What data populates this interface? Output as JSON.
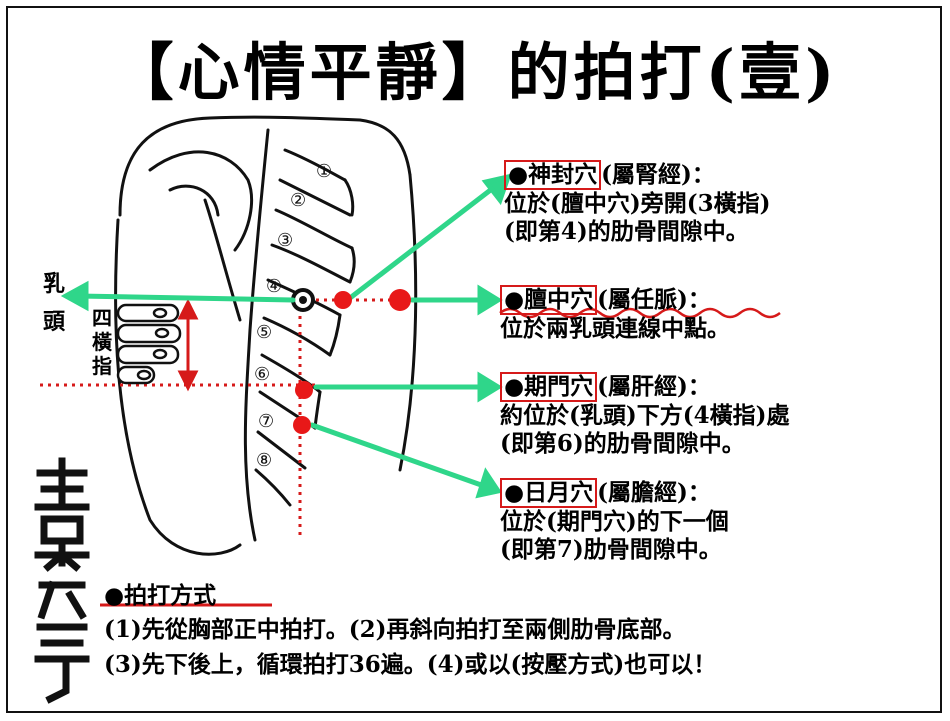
{
  "title": "【心情平靜】的拍打(壹)",
  "rib_numbers": [
    "①",
    "②",
    "③",
    "④",
    "⑤",
    "⑥",
    "⑦",
    "⑧"
  ],
  "side_labels": {
    "nipple": [
      "乳",
      "頭"
    ],
    "four_fingers": [
      "四",
      "橫",
      "指"
    ]
  },
  "acupoints": [
    {
      "bullet": "●",
      "name": "神封穴",
      "meridian": "(屬腎經)：",
      "lines": [
        "位於(膻中穴)旁開(3橫指)",
        "(即第4)的肋骨間隙中。"
      ]
    },
    {
      "bullet": "●",
      "name": "膻中穴",
      "meridian": "(屬任脈)：",
      "lines": [
        "位於兩乳頭連線中點。"
      ]
    },
    {
      "bullet": "●",
      "name": "期門穴",
      "meridian": "(屬肝經)：",
      "lines": [
        "約位於(乳頭)下方(4橫指)處",
        "(即第6)的肋骨間隙中。"
      ]
    },
    {
      "bullet": "●",
      "name": "日月穴",
      "meridian": "(屬膽經)：",
      "lines": [
        "位於(期門穴)的下一個",
        "(即第7)肋骨間隙中。"
      ]
    }
  ],
  "method": {
    "heading": "●拍打方式",
    "lines": [
      "(1)先從胸部正中拍打。(2)再斜向拍打至兩側肋骨底部。",
      "(3)先下後上，循環拍打36遍。(4)或以(按壓方式)也可以！"
    ]
  },
  "colors": {
    "arrow": "#2fd68a",
    "point": "#e81818",
    "box": "#d61a1a",
    "underline": "#d61a1a"
  }
}
